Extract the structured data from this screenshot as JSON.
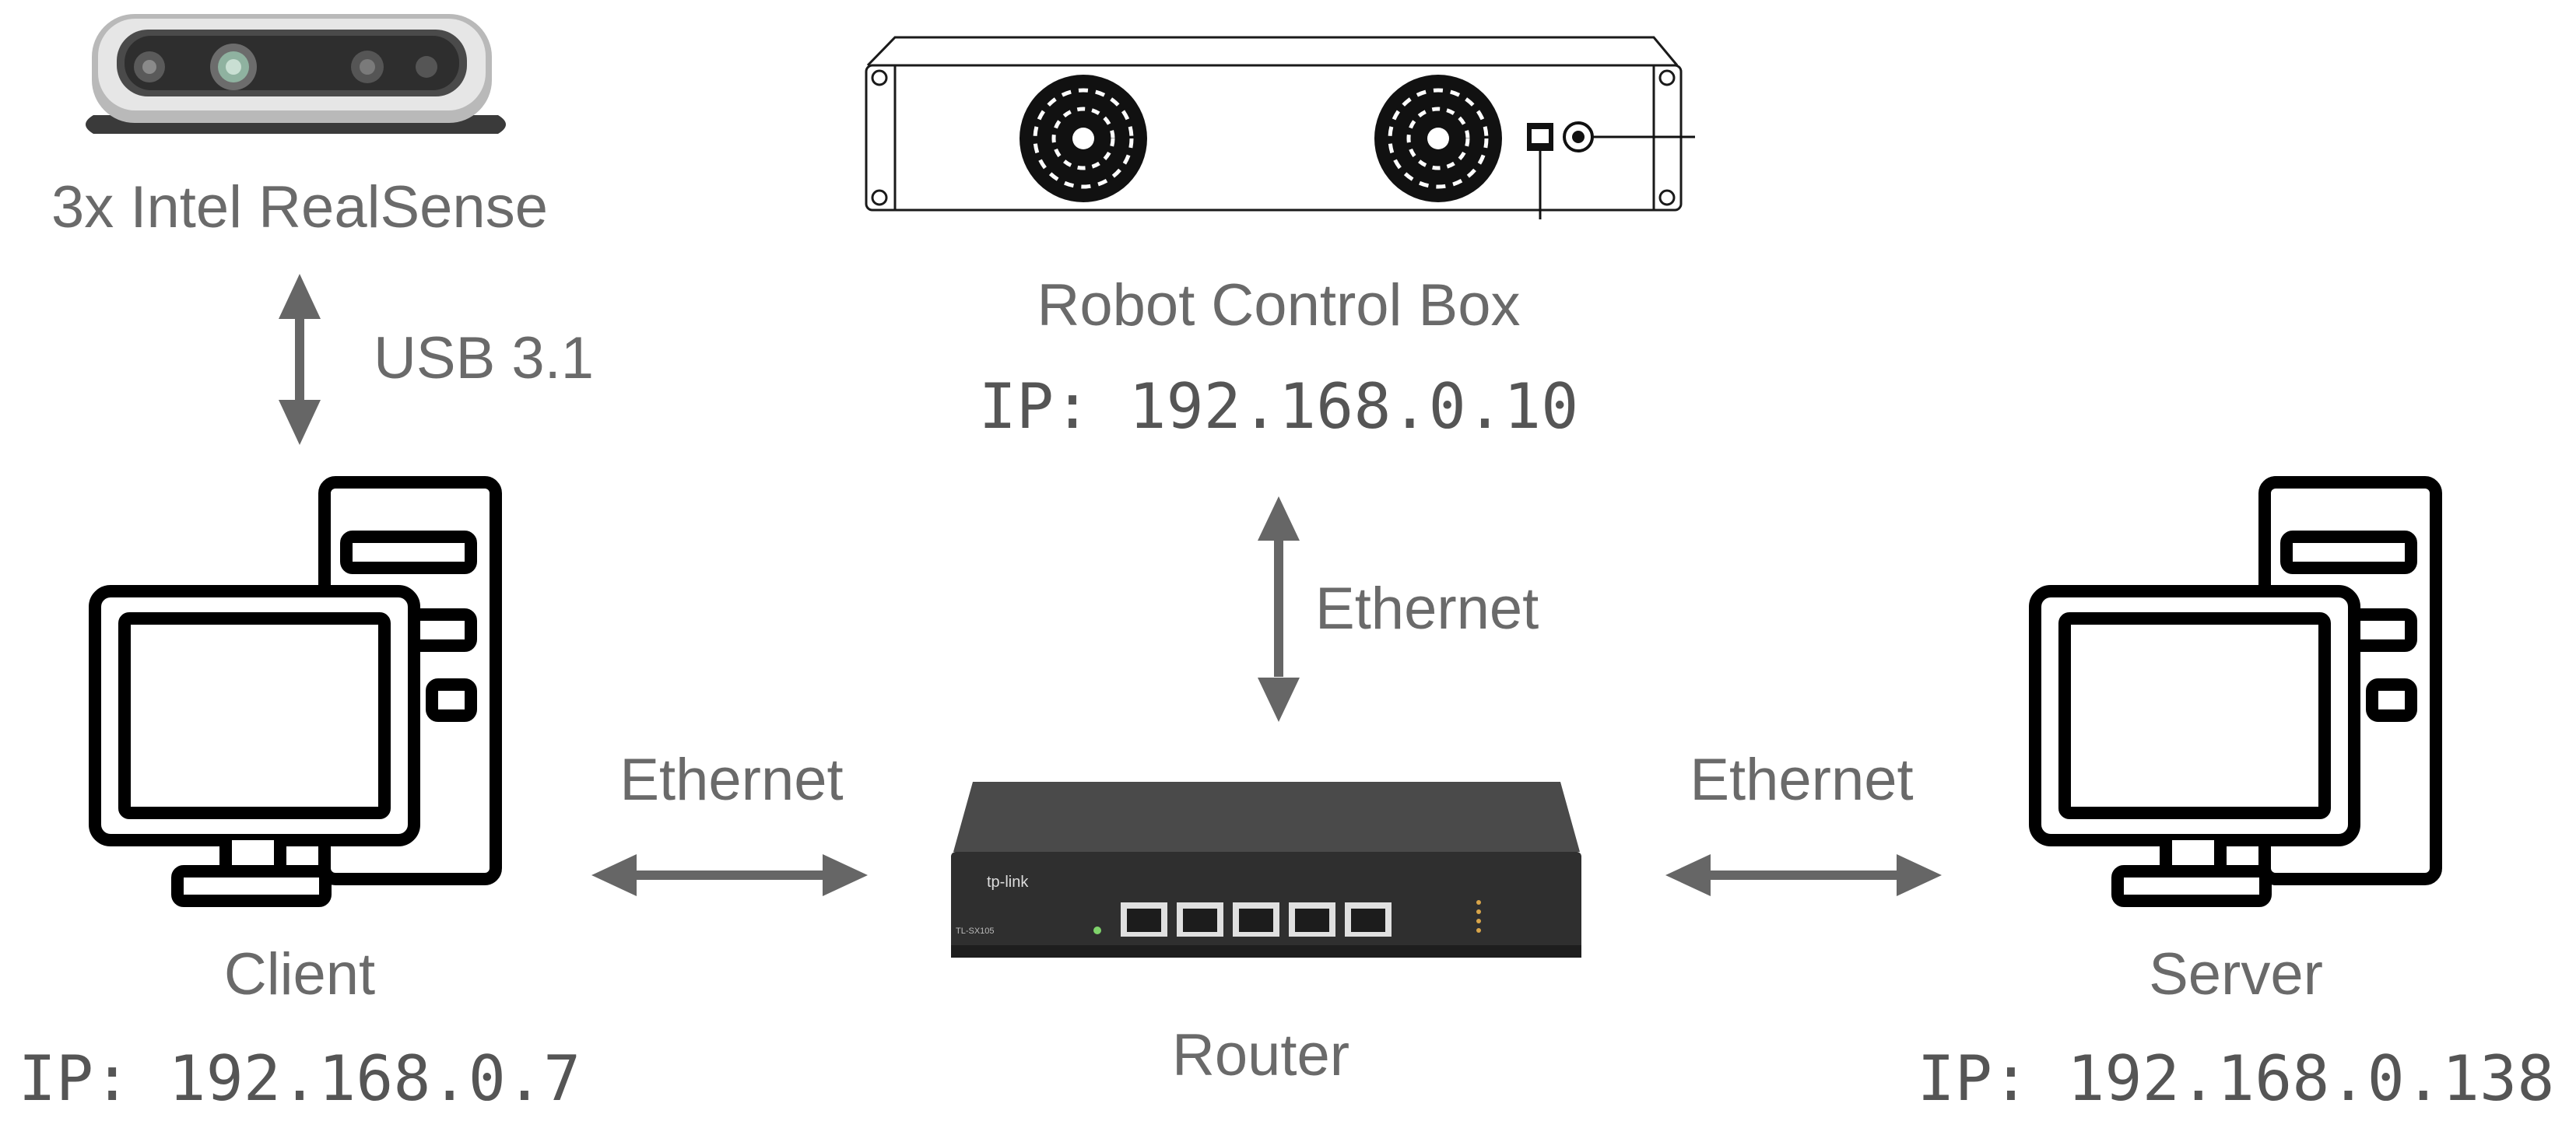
{
  "colors": {
    "label": "#6a6a6a",
    "ip": "#555555",
    "arrow": "#666666",
    "icon": "#000000",
    "router_body": "#2f2f2f"
  },
  "nodes": {
    "camera": {
      "label": "3x Intel RealSense",
      "icon": "depth-camera-icon"
    },
    "robot": {
      "label": "Robot Control Box",
      "ip": "IP: 192.168.0.10",
      "icon": "rack-unit-icon"
    },
    "client": {
      "label": "Client",
      "ip": "IP: 192.168.0.7",
      "icon": "desktop-computer-icon"
    },
    "router": {
      "label": "Router",
      "icon": "network-switch-icon",
      "brand": "tp-link",
      "model": "TL-SX105"
    },
    "server": {
      "label": "Server",
      "ip": "IP: 192.168.0.138",
      "icon": "desktop-computer-icon"
    }
  },
  "links": {
    "camera_client": "USB 3.1",
    "router_robot": "Ethernet",
    "client_router": "Ethernet",
    "router_server": "Ethernet"
  }
}
